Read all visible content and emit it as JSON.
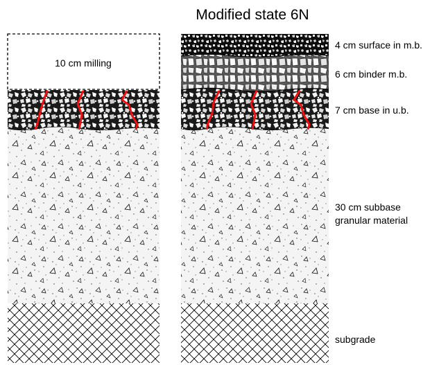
{
  "title": "Modified state 6N",
  "milling_label": "10 cm milling",
  "layers": [
    {
      "id": "surface",
      "label": "4 cm surface in m.b."
    },
    {
      "id": "binder",
      "label": "6 cm binder m.b."
    },
    {
      "id": "base",
      "label": "7 cm base in u.b."
    },
    {
      "id": "subbase",
      "label_line1": "30 cm subbase",
      "label_line2": "granular material"
    },
    {
      "id": "subgrade",
      "label": "subgrade"
    }
  ],
  "colors": {
    "crack": "#ee1111",
    "line": "#000000",
    "subbase_fill": "#f4f4f4",
    "asphalt_dark": "#111111"
  }
}
